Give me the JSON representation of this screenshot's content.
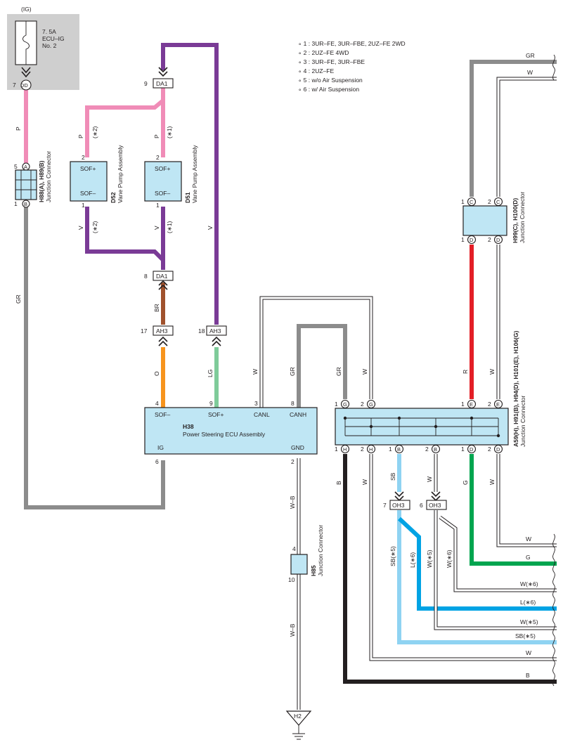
{
  "power": {
    "source": "(IG)",
    "fuse_amp": "7. 5A",
    "fuse_name": "ECU–IG",
    "fuse_num": "No. 2",
    "pin": "7",
    "conn": "DD"
  },
  "notes": [
    "∘ 1 : 3UR–FE,  3UR–FBE,  2UZ–FE 2WD",
    "∘ 2 : 2UZ–FE 4WD",
    "∘ 3 : 3UR–FE,  3UR–FBE",
    "∘ 4 : 2UZ–FE",
    "∘ 5 : w/o Air Suspension",
    "∘ 6 : w/ Air Suspension"
  ],
  "colors": {
    "P": "#f08cb7",
    "V": "#7a3b96",
    "BR": "#a0522d",
    "O": "#f7941d",
    "LG": "#7fcb9a",
    "GR": "#8c8c8c",
    "R": "#e31e26",
    "G": "#00a54f",
    "SB": "#8fd3f2",
    "L": "#00a3e4",
    "B": "#231f20",
    "W": "#ffffff",
    "box": "#bfe6f4",
    "fuse_bg": "#cfcfcf"
  },
  "wires": {
    "p": "P",
    "p2": "(∗2)",
    "p1": "(∗1)",
    "v": "V",
    "v2": "(∗2)",
    "v1": "(∗1)",
    "br": "BR",
    "o": "O",
    "lg": "LG",
    "gr": "GR",
    "w": "W",
    "r": "R",
    "g": "G",
    "b": "B",
    "wb": "W–B",
    "sb": "SB",
    "sb5": "SB(∗5)",
    "l6": "L(∗6)",
    "w5": "W(∗5)",
    "w6": "W(∗6)"
  },
  "components": {
    "h88": {
      "code": "H88(A), H89(B)",
      "desc": "Junction Connector",
      "pin_a": "5",
      "conn_a": "A",
      "pin_b": "1",
      "conn_b": "B"
    },
    "d52": {
      "code": "D52",
      "desc": "Vane Pump Assembly",
      "sof_p": "SOF+",
      "sof_m": "SOF–",
      "pin_top": "2",
      "pin_bot": "1"
    },
    "d51": {
      "code": "D51",
      "desc": "Vane Pump Assembly",
      "sof_p": "SOF+",
      "sof_m": "SOF–",
      "pin_top": "2",
      "pin_bot": "1"
    },
    "h38": {
      "code": "H38",
      "desc": "Power Steering ECU Assembly",
      "sofm": "SOF–",
      "sofp": "SOF+",
      "canl": "CANL",
      "canh": "CANH",
      "ig": "IG",
      "gnd": "GND",
      "p4": "4",
      "p9": "9",
      "p3": "3",
      "p8": "8",
      "p6": "6",
      "p2": "2"
    },
    "h85": {
      "code": "H85",
      "desc": "Junction Connector",
      "pin_top": "4",
      "pin_bot": "10"
    },
    "h99": {
      "code": "H99(C), H100(D)",
      "desc": "Junction Connector",
      "p1": "1",
      "p2": "2",
      "cc": "C",
      "dd": "D"
    },
    "a59": {
      "code": "A59(H), H91(B), H94(D), H101(E), H106(G)",
      "desc": "Junction Connector",
      "p1": "1",
      "p2": "2",
      "g": "G",
      "e": "E",
      "h": "H",
      "bb": "B",
      "dd": "D"
    }
  },
  "connectors": {
    "da1": "DA1",
    "da1_pin_top": "9",
    "da1_pin_mid": "8",
    "ah3": "AH3",
    "ah3_pin_a": "17",
    "ah3_pin_b": "18",
    "oh3": "OH3",
    "oh3_pin_a": "7",
    "oh3_pin_b": "6"
  },
  "ground": "H2"
}
